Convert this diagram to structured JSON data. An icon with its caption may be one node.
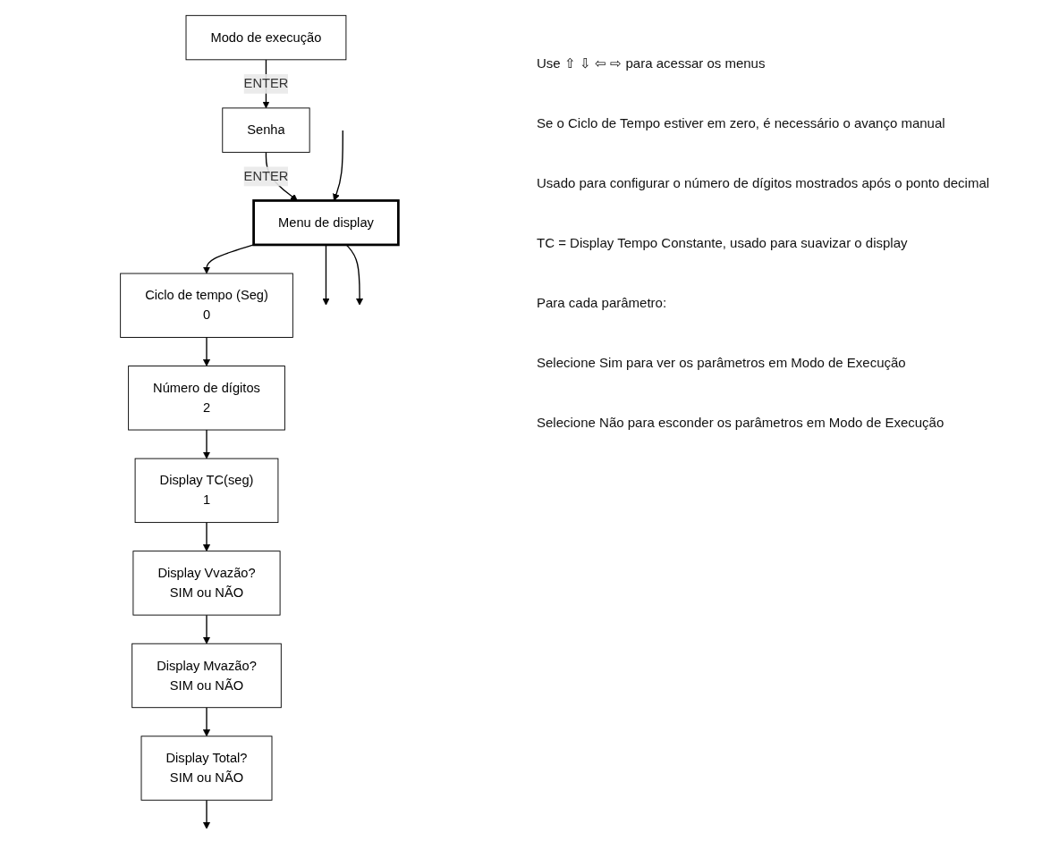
{
  "diagram": {
    "nodes": [
      {
        "text": [
          "Modo de execução"
        ]
      },
      {
        "text": [
          "Senha"
        ]
      },
      {
        "text": [
          "Menu de display"
        ]
      },
      {
        "text": [
          "Ciclo de tempo (Seg)",
          "0"
        ]
      },
      {
        "text": [
          "Número de dígitos",
          "2"
        ]
      },
      {
        "text": [
          "Display TC(seg)",
          "1"
        ]
      },
      {
        "text": [
          "Display Vvazão?",
          "SIM ou NÃO"
        ]
      },
      {
        "text": [
          "Display Mvazão?",
          "SIM ou NÃO"
        ]
      },
      {
        "text": [
          "Display Total?",
          "SIM ou NÃO"
        ]
      }
    ],
    "edges": [
      {
        "from": 0,
        "to": 1,
        "arrow": "to",
        "label": "ENTER"
      },
      {
        "from": 1,
        "to": 2,
        "arrow": "to",
        "label": "ENTER"
      },
      {
        "from": null,
        "to": 2,
        "arrow": "to"
      },
      {
        "from": 2,
        "to": null,
        "arrow": "to"
      },
      {
        "from": 2,
        "to": null,
        "arrow": "to"
      },
      {
        "from": 2,
        "to": 3,
        "arrow": "to"
      },
      {
        "from": 3,
        "to": 4,
        "arrow": "to"
      },
      {
        "from": 4,
        "to": 5,
        "arrow": "to"
      },
      {
        "from": 5,
        "to": 6,
        "arrow": "to"
      },
      {
        "from": 6,
        "to": 7,
        "arrow": "to"
      },
      {
        "from": 7,
        "to": 8,
        "arrow": "to"
      },
      {
        "from": 8,
        "to": null,
        "arrow": "to"
      }
    ],
    "labels": [
      "Use ⇧ ⇩ ⇦ ⇨ para acessar os menus",
      "Se o Ciclo de Tempo estiver em zero, é necessário o avanço manual",
      "Usado para configurar o número de dígitos mostrados após o ponto decimal",
      "TC = Display Tempo Constante, usado para suavizar o display",
      "Para cada parâmetro:",
      "Selecione Sim para ver os parâmetros em Modo de Execução",
      "Selecione Não para esconder os parâmetros em Modo de Execução"
    ]
  }
}
